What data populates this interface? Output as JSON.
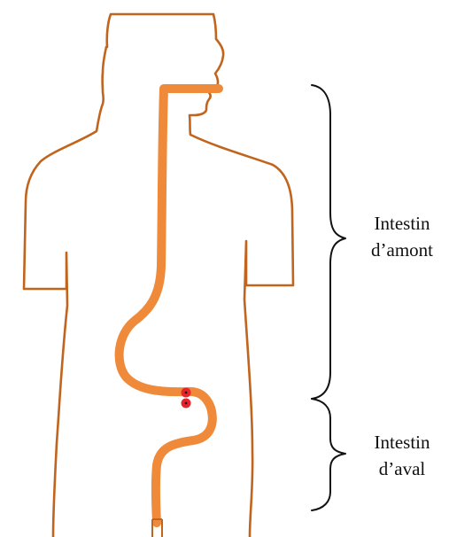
{
  "colors": {
    "body_outline": "#c0641e",
    "gut_tube": "#ee8a3a",
    "junction_marker": "#e8242a",
    "junction_dot": "#1a1a1a",
    "brace": "#111111"
  },
  "labels": {
    "upstream": {
      "line1": "Intestin",
      "line2": "d’amont"
    },
    "downstream": {
      "line1": "Intestin",
      "line2": "d’aval"
    }
  }
}
